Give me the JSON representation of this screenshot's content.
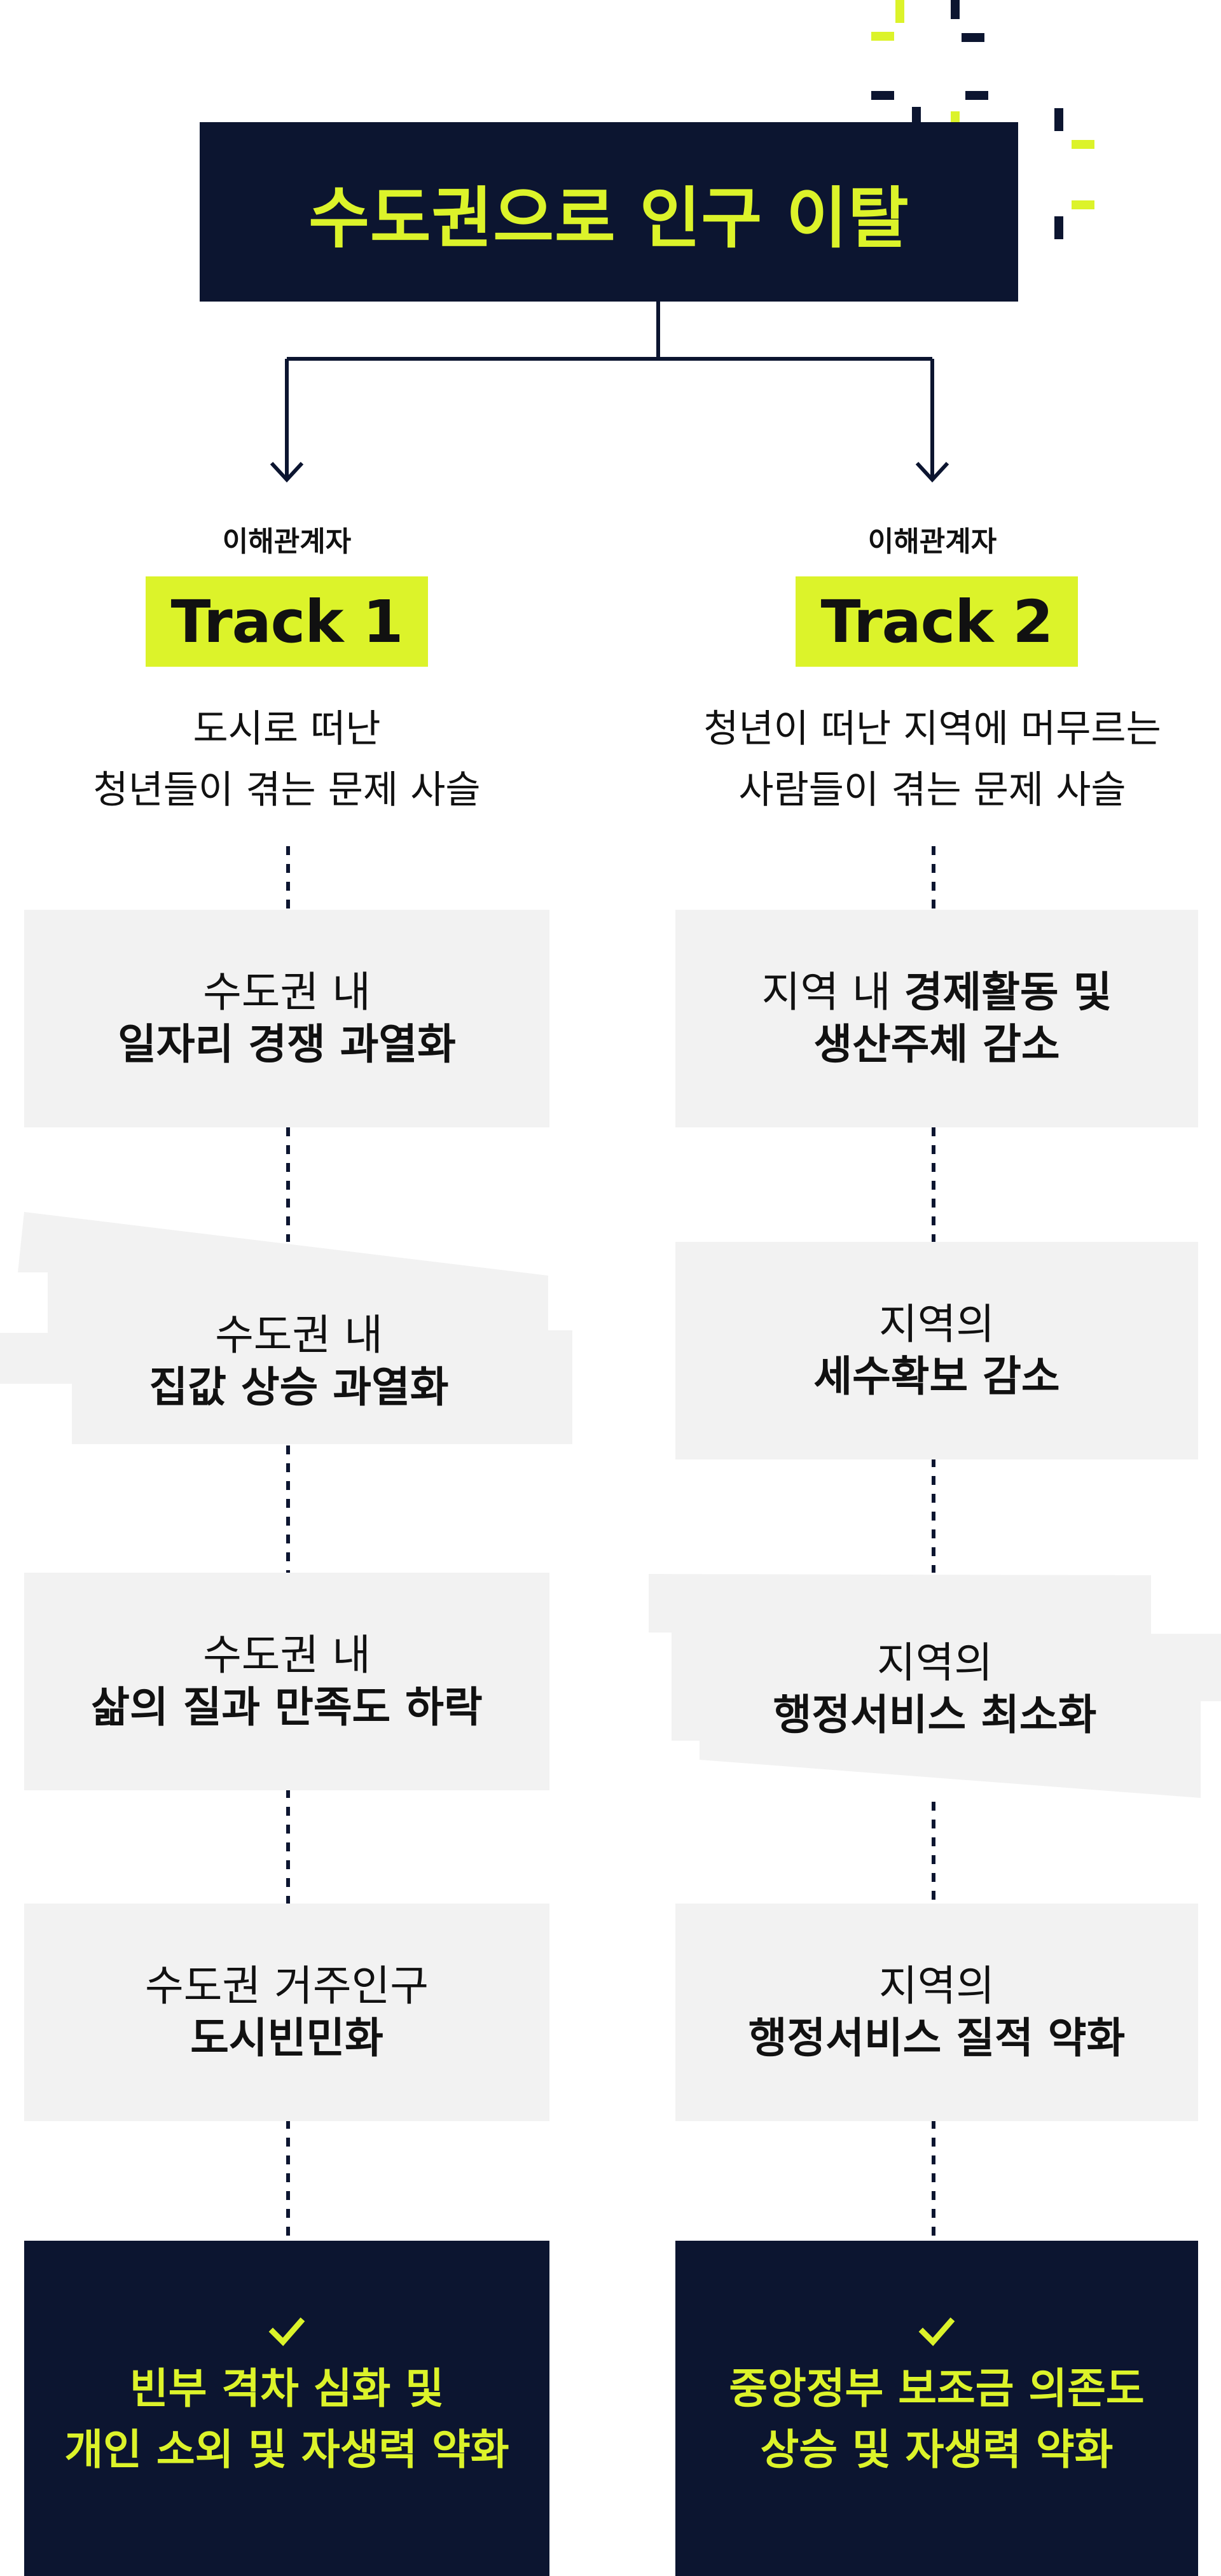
{
  "title": "수도권으로 인구 이탈",
  "colors": {
    "navy": "#0c1530",
    "lime": "#dcf32a",
    "box_gray": "#f2f2f2"
  },
  "tracks": [
    {
      "stakeholder": "이해관계자",
      "badge": "Track 1",
      "description": [
        "도시로 떠난",
        "청년들이 겪는 문제 사슬"
      ],
      "steps": [
        {
          "line1": "수도권 내",
          "line2": "일자리 경쟁 과열화"
        },
        {
          "line1": "수도권 내",
          "line2": "집값 상승 과열화"
        },
        {
          "line1": "수도권 내",
          "line2": "삶의 질과 만족도 하락"
        },
        {
          "line1": "수도권 거주인구",
          "line2": "도시빈민화"
        }
      ],
      "result": {
        "icon": "check-icon",
        "line1": "빈부 격차 심화 및",
        "line2": "개인 소외 및 자생력 약화"
      }
    },
    {
      "stakeholder": "이해관계자",
      "badge": "Track 2",
      "description": [
        "청년이 떠난 지역에 머무르는",
        "사람들이 겪는 문제 사슬"
      ],
      "steps": [
        {
          "line1": "지역 내 ",
          "line1_bold": "경제활동 및",
          "line2": "생산주체 감소"
        },
        {
          "line1": "지역의",
          "line2": "세수확보 감소"
        },
        {
          "line1": "지역의",
          "line2": "행정서비스 최소화"
        },
        {
          "line1": "지역의",
          "line2": "행정서비스 질적 약화"
        }
      ],
      "result": {
        "icon": "check-icon",
        "line1": "중앙정부 보조금 의존도",
        "line2": "상승 및 자생력 약화"
      }
    }
  ]
}
